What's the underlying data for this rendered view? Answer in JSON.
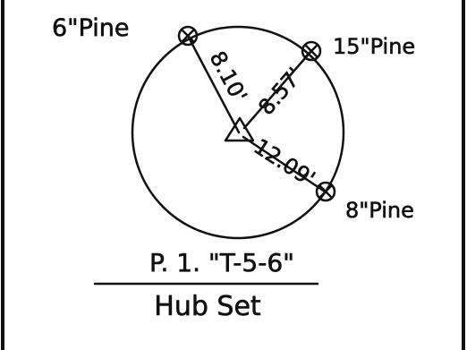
{
  "diagram": {
    "trees": [
      {
        "label": "6\"Pine",
        "distance": "8.10'"
      },
      {
        "label": "15\"Pine",
        "distance": "8.57'"
      },
      {
        "label": "8\"Pine",
        "distance": "12.09'"
      }
    ],
    "point_id": "P. 1. \"T-5-6\"",
    "point_type": "Hub Set"
  }
}
